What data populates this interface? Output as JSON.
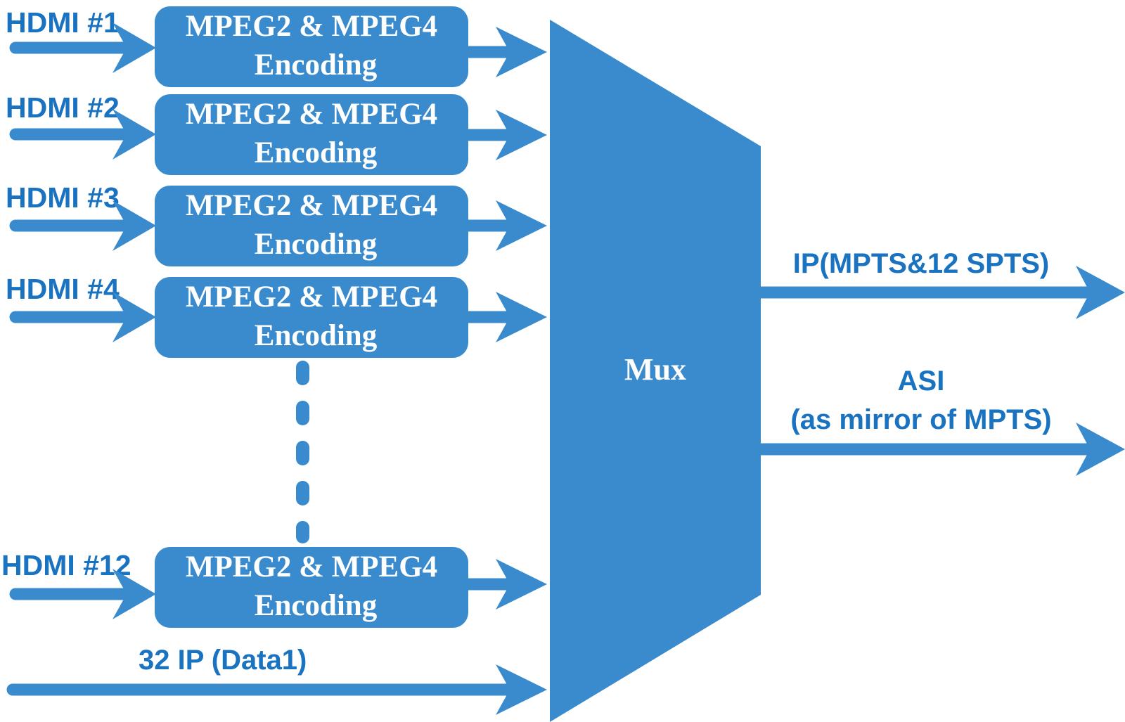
{
  "diagram": {
    "colors": {
      "primary": "#3a8bcd",
      "label": "#1a73c0",
      "background": "#ffffff"
    },
    "channels": [
      {
        "input_label": "HDMI #1",
        "encoder_line1": "MPEG2 & MPEG4",
        "encoder_line2": "Encoding"
      },
      {
        "input_label": "HDMI #2",
        "encoder_line1": "MPEG2 & MPEG4",
        "encoder_line2": "Encoding"
      },
      {
        "input_label": "HDMI #3",
        "encoder_line1": "MPEG2 & MPEG4",
        "encoder_line2": "Encoding"
      },
      {
        "input_label": "HDMI #4",
        "encoder_line1": "MPEG2 & MPEG4",
        "encoder_line2": "Encoding"
      },
      {
        "input_label": "HDMI #12",
        "encoder_line1": "MPEG2 & MPEG4",
        "encoder_line2": "Encoding"
      }
    ],
    "data_input": {
      "label": "32 IP (Data1)"
    },
    "mux": {
      "label": "Mux"
    },
    "outputs": {
      "ip": {
        "label": "IP(MPTS&12 SPTS)"
      },
      "asi": {
        "label_line1": "ASI",
        "label_line2": "(as mirror of MPTS)"
      }
    }
  }
}
